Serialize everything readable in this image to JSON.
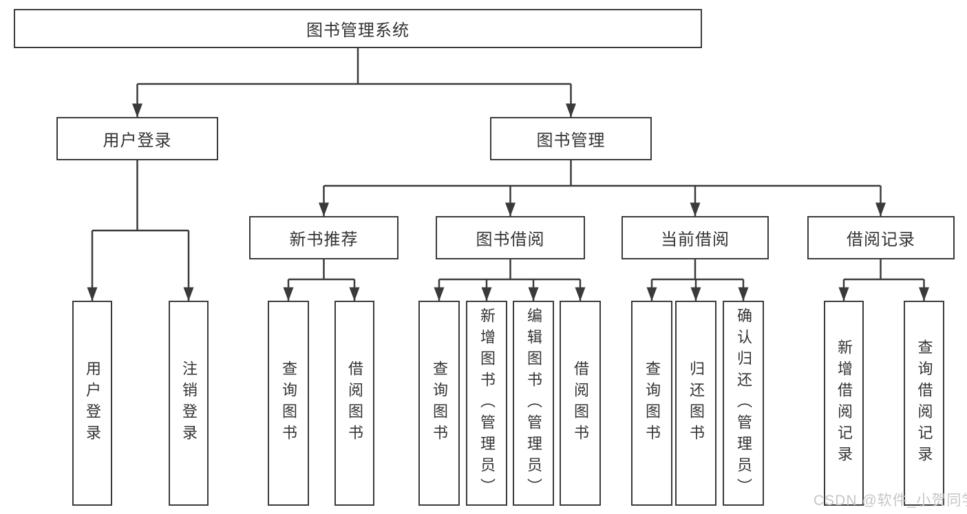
{
  "diagram": {
    "root": {
      "label": "图书管理系统"
    },
    "level2": [
      {
        "id": "user-login",
        "label": "用户登录"
      },
      {
        "id": "book-mgmt",
        "label": "图书管理"
      }
    ],
    "level3": [
      {
        "id": "new-book",
        "label": "新书推荐",
        "parent": "book-mgmt"
      },
      {
        "id": "book-borrow",
        "label": "图书借阅",
        "parent": "book-mgmt"
      },
      {
        "id": "current-borrow",
        "label": "当前借阅",
        "parent": "book-mgmt"
      },
      {
        "id": "borrow-record",
        "label": "借阅记录",
        "parent": "book-mgmt"
      }
    ],
    "leaves": [
      {
        "id": "leaf-user-login",
        "label": "用户登录",
        "parent": "user-login"
      },
      {
        "id": "leaf-logout",
        "label": "注销登录",
        "parent": "user-login"
      },
      {
        "id": "leaf-query-book-1",
        "label": "查询图书",
        "parent": "new-book"
      },
      {
        "id": "leaf-borrow-book-1",
        "label": "借阅图书",
        "parent": "new-book"
      },
      {
        "id": "leaf-query-book-2",
        "label": "查询图书",
        "parent": "book-borrow"
      },
      {
        "id": "leaf-add-book",
        "label": "新增图书（管理员）",
        "parent": "book-borrow"
      },
      {
        "id": "leaf-edit-book",
        "label": "编辑图书（管理员）",
        "parent": "book-borrow"
      },
      {
        "id": "leaf-borrow-book-2",
        "label": "借阅图书",
        "parent": "book-borrow"
      },
      {
        "id": "leaf-query-book-3",
        "label": "查询图书",
        "parent": "current-borrow"
      },
      {
        "id": "leaf-return-book",
        "label": "归还图书",
        "parent": "current-borrow"
      },
      {
        "id": "leaf-confirm-return",
        "label": "确认归还（管理员）",
        "parent": "current-borrow"
      },
      {
        "id": "leaf-add-record",
        "label": "新增借阅记录",
        "parent": "borrow-record"
      },
      {
        "id": "leaf-query-record",
        "label": "查询借阅记录",
        "parent": "borrow-record"
      }
    ]
  },
  "colors": {
    "line": "#3a3a3a",
    "box_border": "#3a3a3a",
    "box_bg": "#ffffff",
    "text": "#333333",
    "watermark": "#c6c6c6"
  },
  "watermark": {
    "text": "CSDN @软件_小贺同学"
  }
}
